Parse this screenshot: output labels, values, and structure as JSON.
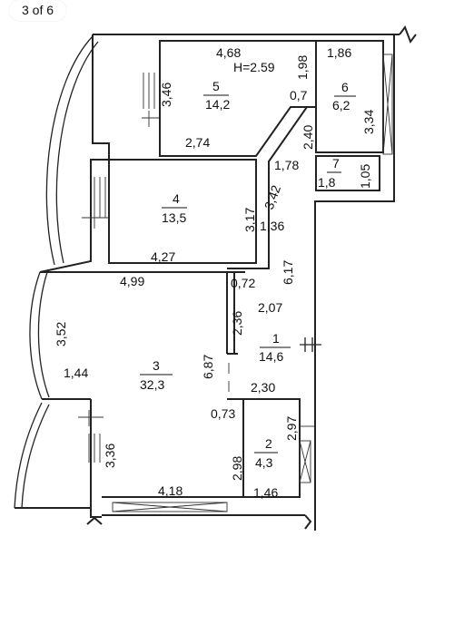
{
  "viewer": {
    "page_counter": "3 of 6"
  },
  "plan": {
    "rooms": [
      {
        "id": "5",
        "number": "5",
        "area": "14,2"
      },
      {
        "id": "6",
        "number": "6",
        "area": "6,2"
      },
      {
        "id": "7",
        "number": "7",
        "area": "1,8"
      },
      {
        "id": "4",
        "number": "4",
        "area": "13,5"
      },
      {
        "id": "3",
        "number": "3",
        "area": "32,3"
      },
      {
        "id": "1",
        "number": "1",
        "area": "14,6"
      },
      {
        "id": "2",
        "number": "2",
        "area": "4,3"
      }
    ],
    "ceiling_height": "H=2.59",
    "dimensions": [
      "4,68",
      "1,98",
      "1,86",
      "3,46",
      "0,7",
      "2,40",
      "3,34",
      "2,74",
      "1,78",
      "1,05",
      "3,42",
      "3,17",
      "1,36",
      "6,17",
      "4,27",
      "4,99",
      "0,72",
      "2,36",
      "2,07",
      "3,52",
      "6,87",
      "1,44",
      "2,30",
      "0,73",
      "2,97",
      "3,36",
      "2,98",
      "4,18",
      "1,46"
    ]
  }
}
